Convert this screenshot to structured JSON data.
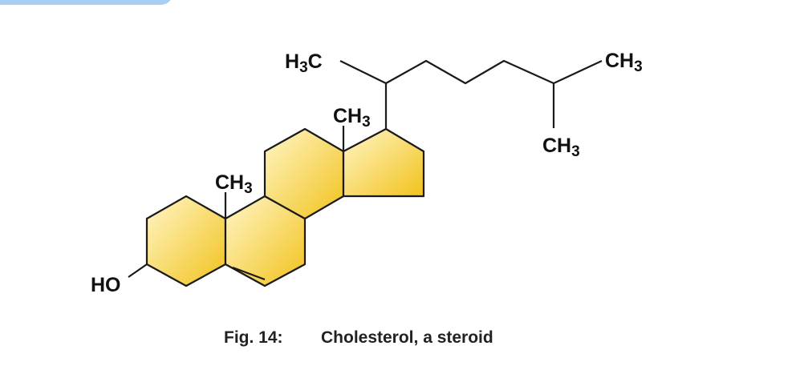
{
  "colors": {
    "header_tab": "#a9cdf5",
    "ring_fill_light": "#fff6c8",
    "ring_fill_dark": "#f2c21b",
    "bond": "#1a1a1a"
  },
  "labels": {
    "methyl": "CH",
    "sub3": "3",
    "h3c_h": "H",
    "h3c_3": "3",
    "h3c_c": "C",
    "hydroxyl": "HO"
  },
  "caption": {
    "number": "Fig. 14:",
    "title": "Cholesterol, a steroid"
  }
}
